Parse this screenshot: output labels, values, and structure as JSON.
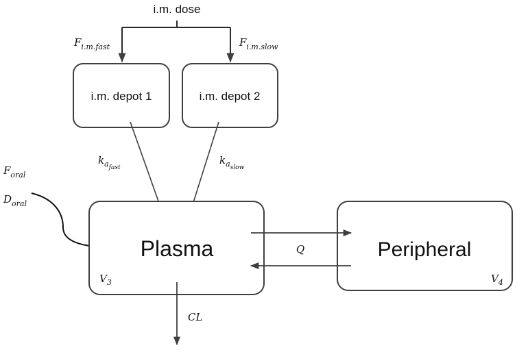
{
  "diagram": {
    "dose_label": "i.m. dose",
    "fractions": {
      "fast": {
        "symbol": "F",
        "subscript": "i.m.fast"
      },
      "slow": {
        "symbol": "F",
        "subscript": "i.m.slow"
      }
    },
    "compartments": {
      "depot1": "i.m. depot 1",
      "depot2": "i.m. depot 2",
      "plasma": "Plasma",
      "peripheral": "Peripheral"
    },
    "rate_constants": {
      "fast": {
        "symbol": "k",
        "subscript": "a",
        "subsub": "fast"
      },
      "slow": {
        "symbol": "k",
        "subscript": "a",
        "subsub": "slow"
      }
    },
    "oral": {
      "f": {
        "symbol": "F",
        "subscript": "oral"
      },
      "d": {
        "symbol": "D",
        "subscript": "oral"
      }
    },
    "volumes": {
      "plasma": {
        "symbol": "V",
        "subscript": "3"
      },
      "peripheral": {
        "symbol": "V",
        "subscript": "4"
      }
    },
    "intercompartmental_clearance": "Q",
    "clearance": "CL",
    "colors": {
      "stroke": "#3f3f3f",
      "text": "#111111",
      "background": "#ffffff"
    }
  }
}
